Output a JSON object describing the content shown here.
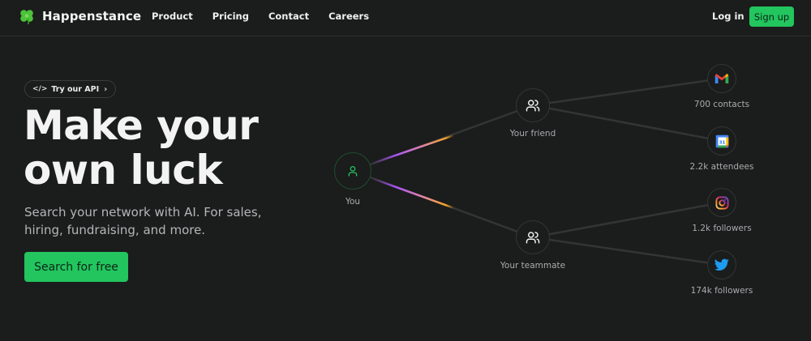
{
  "nav": {
    "brand": "Happenstance",
    "links": [
      "Product",
      "Pricing",
      "Contact",
      "Careers"
    ],
    "login": "Log in",
    "signup": "Sign up"
  },
  "hero": {
    "api_pill": "Try our API",
    "headline_line1": "Make your",
    "headline_line2": "own luck",
    "subtext": "Search your network with AI. For sales, hiring, fundraising, and more.",
    "cta": "Search for free"
  },
  "graph": {
    "you": "You",
    "friend": "Your friend",
    "teammate": "Your teammate",
    "sources": [
      {
        "icon": "gmail-icon",
        "label": "700 contacts"
      },
      {
        "icon": "google-calendar-icon",
        "label": "2.2k attendees"
      },
      {
        "icon": "instagram-icon",
        "label": "1.2k followers"
      },
      {
        "icon": "twitter-icon",
        "label": "174k followers"
      }
    ]
  },
  "colors": {
    "background": "#1b1c1c",
    "accent": "#22c55e",
    "beam_start": "#a855f7",
    "beam_end": "#f59e0b"
  }
}
